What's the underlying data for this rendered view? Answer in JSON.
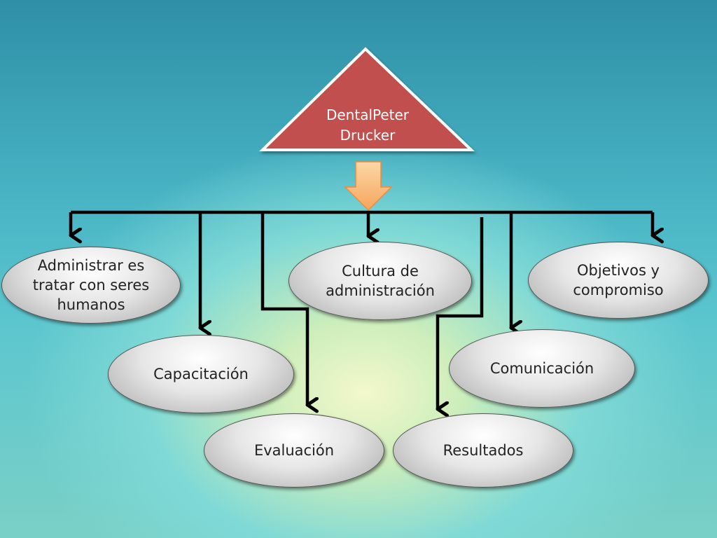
{
  "title": {
    "line1": "DentalPeter",
    "line2": "Drucker"
  },
  "nodes": {
    "administrar": {
      "line1": "Administrar es",
      "line2": "tratar con seres",
      "line3": "humanos"
    },
    "cultura": {
      "line1": "Cultura de",
      "line2": "administración"
    },
    "objetivos": {
      "line1": "Objetivos y",
      "line2": "compromiso"
    },
    "capacitacion": {
      "label": "Capacitación"
    },
    "comunicacion": {
      "label": "Comunicación"
    },
    "evaluacion": {
      "label": "Evaluación"
    },
    "resultados": {
      "label": "Resultados"
    }
  },
  "colors": {
    "triangle": "#c0504d",
    "down_arrow": "#f9b374",
    "connector": "#000000"
  }
}
